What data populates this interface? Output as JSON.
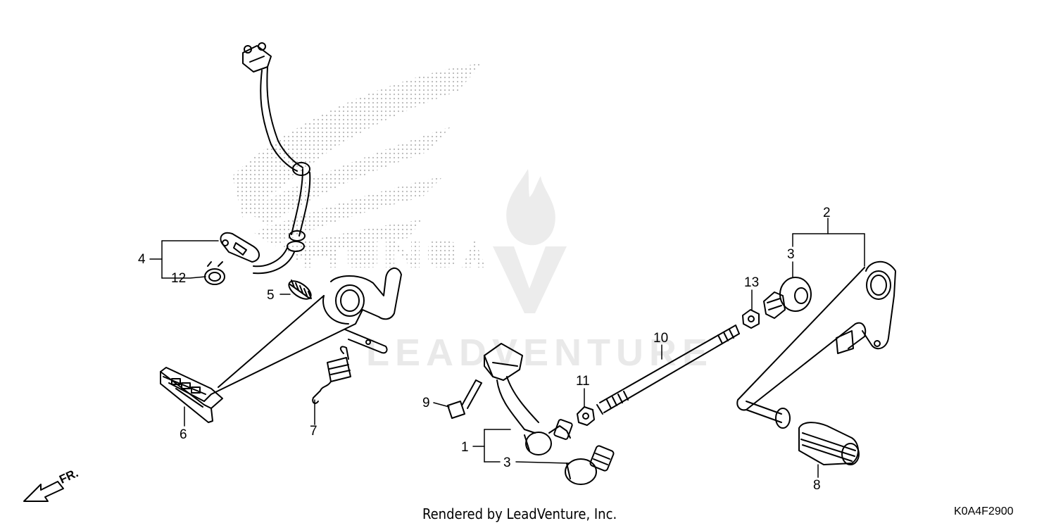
{
  "watermark": {
    "brand_text": "LEADVENTURE",
    "logo_text": "HONDA"
  },
  "callouts": [
    {
      "id": "c1",
      "text": "1"
    },
    {
      "id": "c2",
      "text": "2"
    },
    {
      "id": "c3a",
      "text": "3"
    },
    {
      "id": "c3b",
      "text": "3"
    },
    {
      "id": "c4",
      "text": "4"
    },
    {
      "id": "c5",
      "text": "5"
    },
    {
      "id": "c6",
      "text": "6"
    },
    {
      "id": "c7",
      "text": "7"
    },
    {
      "id": "c8",
      "text": "8"
    },
    {
      "id": "c9",
      "text": "9"
    },
    {
      "id": "c10",
      "text": "10"
    },
    {
      "id": "c11",
      "text": "11"
    },
    {
      "id": "c12",
      "text": "12"
    },
    {
      "id": "c13",
      "text": "13"
    }
  ],
  "direction_label": "FR.",
  "footer_text": "Rendered by LeadVenture, Inc.",
  "diagram_code": "K0A4F2900"
}
